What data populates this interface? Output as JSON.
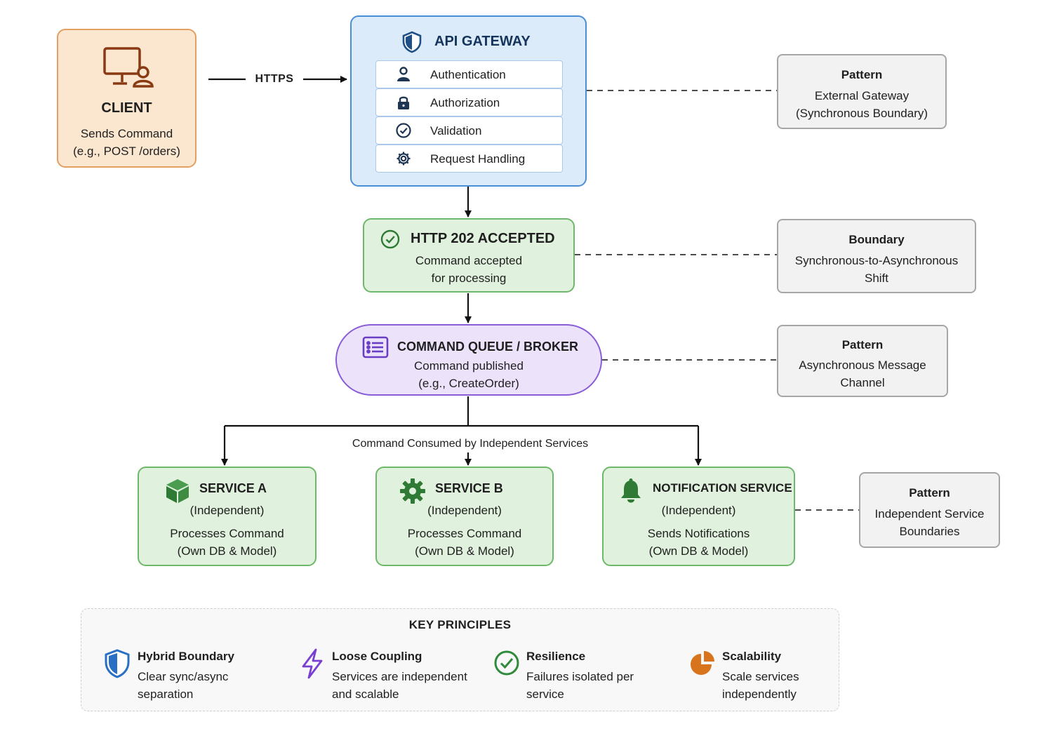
{
  "client": {
    "title": "CLIENT",
    "lines": [
      "Sends Command",
      "(e.g., POST /orders)"
    ],
    "icon": "monitor-user-icon"
  },
  "connector_https": "HTTPS",
  "gateway": {
    "title": "API GATEWAY",
    "icon": "shield-icon",
    "items": [
      {
        "label": "Authentication",
        "icon": "user-icon"
      },
      {
        "label": "Authorization",
        "icon": "lock-icon"
      },
      {
        "label": "Validation",
        "icon": "check-circle-icon"
      },
      {
        "label": "Request Handling",
        "icon": "gear-icon"
      }
    ]
  },
  "accepted": {
    "title": "HTTP 202 ACCEPTED",
    "lines": [
      "Command accepted",
      "for processing"
    ],
    "icon": "check-circle-icon"
  },
  "queue": {
    "title": "COMMAND QUEUE / BROKER",
    "lines": [
      "Command published",
      "(e.g., CreateOrder)"
    ],
    "icon": "list-icon"
  },
  "consumed_label": "Command Consumed by Independent Services",
  "services": [
    {
      "title": "SERVICE A",
      "sub": "(Independent)",
      "lines": [
        "Processes Command",
        "(Own DB & Model)"
      ],
      "icon": "cube-icon"
    },
    {
      "title": "SERVICE B",
      "sub": "(Independent)",
      "lines": [
        "Processes Command",
        "(Own DB & Model)"
      ],
      "icon": "gear-icon"
    },
    {
      "title": "NOTIFICATION SERVICE",
      "sub": "(Independent)",
      "lines": [
        "Sends Notifications",
        "(Own DB & Model)"
      ],
      "icon": "bell-icon"
    }
  ],
  "notes": {
    "gateway": {
      "title": "Pattern",
      "lines": [
        "External Gateway",
        "(Synchronous Boundary)"
      ]
    },
    "boundary": {
      "title": "Boundary",
      "lines": [
        "Synchronous-to-Asynchronous",
        "Shift"
      ]
    },
    "queue": {
      "title": "Pattern",
      "lines": [
        "Asynchronous Message",
        "Channel"
      ]
    },
    "services": {
      "title": "Pattern",
      "lines": [
        "Independent Service",
        "Boundaries"
      ]
    }
  },
  "principles": {
    "title": "KEY PRINCIPLES",
    "items": [
      {
        "heading": "Hybrid Boundary",
        "lines": [
          "Clear sync/async",
          "separation"
        ],
        "icon": "shield-icon",
        "color": "#2a6fc4"
      },
      {
        "heading": "Loose Coupling",
        "lines": [
          "Services are independent",
          "and scalable"
        ],
        "icon": "lightning-icon",
        "color": "#7a3fd1"
      },
      {
        "heading": "Resilience",
        "lines": [
          "Failures isolated per",
          "service"
        ],
        "icon": "check-circle-icon",
        "color": "#2f8a3a"
      },
      {
        "heading": "Scalability",
        "lines": [
          "Scale services",
          "independently"
        ],
        "icon": "pie-chart-icon",
        "color": "#d8741c"
      }
    ]
  },
  "colors": {
    "client_fill": "#fbe6cf",
    "client_border": "#e3a062",
    "gateway_fill": "#dcebfa",
    "gateway_border": "#4a8fd6",
    "success_fill": "#e0f2dd",
    "success_border": "#6db86a",
    "queue_fill": "#ece3fb",
    "queue_border": "#8a5dd6",
    "note_fill": "#f2f2f2",
    "note_border": "#a6a6a6"
  }
}
